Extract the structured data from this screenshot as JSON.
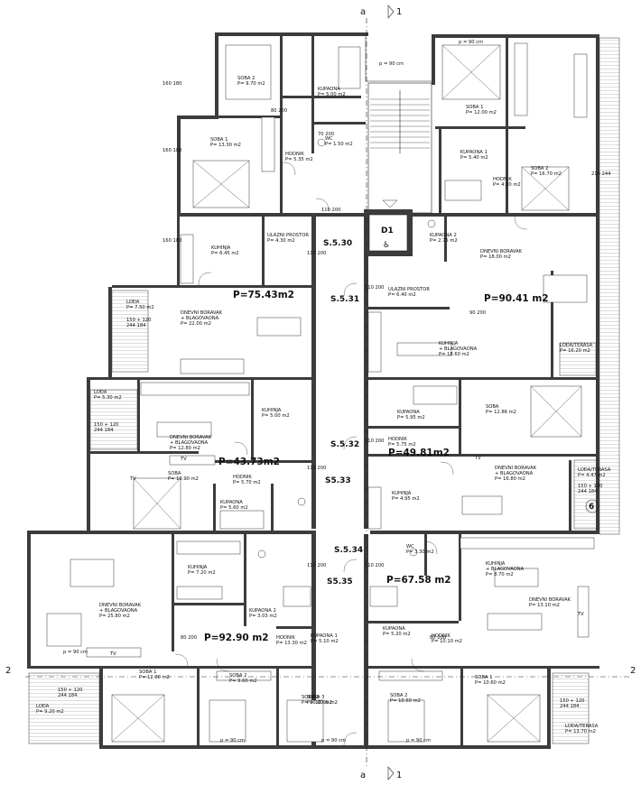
{
  "axes": {
    "a_top": "a",
    "a_bottom": "a",
    "n1_top": "1",
    "n1_bottom": "1",
    "n2_left": "2",
    "n2_right": "2"
  },
  "units": [
    {
      "id": "u530",
      "label": "S.5.30",
      "area": "P=75.43m2"
    },
    {
      "id": "u531",
      "label": "S.5.31",
      "area": "P=90.41 m2"
    },
    {
      "id": "u532",
      "label": "S.5.32",
      "area": "P=49.81m2"
    },
    {
      "id": "u533",
      "label": "S5.33",
      "area": "P=43.73m2"
    },
    {
      "id": "u534",
      "label": "S.5.34",
      "area": "P=67.58 m2"
    },
    {
      "id": "u535",
      "label": "S5.35",
      "area": "P=92.90 m2"
    }
  ],
  "core": {
    "elevator": "D1"
  },
  "rooms": [
    {
      "n": "SOBA 2",
      "a": "P= 9.70 m2"
    },
    {
      "n": "KUPAONA",
      "a": "P= 5.00 m2"
    },
    {
      "n": "WC",
      "a": "P= 1.50 m2"
    },
    {
      "n": "SOBA 1",
      "a": "P= 13.30 m2"
    },
    {
      "n": "HODNIK",
      "a": "P= 5.35 m2"
    },
    {
      "n": "KUHINJA",
      "a": "P= 6.45 m2"
    },
    {
      "n": "ULAZNI PROSTOR",
      "a": "P= 4.30 m2"
    },
    {
      "n": "LOĐA",
      "a": "P= 7.50 m2"
    },
    {
      "n": "DNEVNI BORAVAK + BLAGOVAONA",
      "a": "P= 22.00 m2"
    },
    {
      "n": "SOBA 1",
      "a": "P= 12.00 m2"
    },
    {
      "n": "KUPAONA 1",
      "a": "P= 5.40 m2"
    },
    {
      "n": "SOBA 2",
      "a": "P= 16.70 m2"
    },
    {
      "n": "HODNIK",
      "a": "P= 4.80 m2"
    },
    {
      "n": "KUPAONA 2",
      "a": "P= 2.75 m2"
    },
    {
      "n": "ULAZNI PROSTOR",
      "a": "P= 6.40 m2"
    },
    {
      "n": "DNEVNI BORAVAK",
      "a": "P= 18.00 m2"
    },
    {
      "n": "KUHINJA + BLAGOVAONA",
      "a": "P= 18.60 m2"
    },
    {
      "n": "LOĐA/TERASA",
      "a": "P= 16.20 m2"
    },
    {
      "n": "LOĐA",
      "a": "P= 5.30 m2"
    },
    {
      "n": "KUHINJA",
      "a": "P= 5.00 m2"
    },
    {
      "n": "DNEVNI BORAVAK + BLAGOVAONA",
      "a": "P= 12.80 m2"
    },
    {
      "n": "SOBA",
      "a": "P= 10.90 m2"
    },
    {
      "n": "HODNIK",
      "a": "P= 5.70 m2"
    },
    {
      "n": "KUPAONA",
      "a": "P= 5.60 m2"
    },
    {
      "n": "KUPAONA",
      "a": "P= 5.95 m2"
    },
    {
      "n": "HODNIK",
      "a": "P= 5.75 m2"
    },
    {
      "n": "SOBA",
      "a": "P= 12.86 m2"
    },
    {
      "n": "DNEVNI BORAVAK + BLAGOVAONA",
      "a": "P= 16.80 m2"
    },
    {
      "n": "KUHINJA",
      "a": "P= 4.95 m2"
    },
    {
      "n": "LOĐA/TERASA",
      "a": "P= 4.47 m2"
    },
    {
      "n": "KUHINJA",
      "a": "P= 7.20 m2"
    },
    {
      "n": "DNEVNI BORAVAK + BLAGOVAONA",
      "a": "P= 25.80 m2"
    },
    {
      "n": "KUPAONA 2",
      "a": "P= 3.03 m2"
    },
    {
      "n": "HODNIK",
      "a": "P= 13.30 m2"
    },
    {
      "n": "KUPAONA 1",
      "a": "P= 5.10 m2"
    },
    {
      "n": "WC",
      "a": "P= 3.30 m2"
    },
    {
      "n": "KUHINJA + BLAGOVAONA",
      "a": "P= 8.70 m2"
    },
    {
      "n": "DNEVNI BORAVAK",
      "a": "P= 13.10 m2"
    },
    {
      "n": "KUPAONA",
      "a": "P= 5.20 m2"
    },
    {
      "n": "HODNIK",
      "a": "P= 10.10 m2"
    },
    {
      "n": "SOBA 1",
      "a": "P= 12.00 m2"
    },
    {
      "n": "LOĐA",
      "a": "P= 9.20 m2"
    },
    {
      "n": "SOBA 2",
      "a": "P= 9.60 m2"
    },
    {
      "n": "SOBA 3",
      "a": "P= 10.00 m2"
    },
    {
      "n": "SOBA 3",
      "a": "P= 10.00 m2"
    },
    {
      "n": "SOBA 2",
      "a": "P= 10.60 m2"
    },
    {
      "n": "SOBA 1",
      "a": "P= 10.60 m2"
    },
    {
      "n": "LOĐA/TERASA",
      "a": "P= 13.70 m2"
    }
  ],
  "tv": "TV",
  "window_marks": [
    "160 180",
    "110 200",
    "150 + 120",
    "244 184",
    "210 244",
    "90 200",
    "p = 90 cm"
  ],
  "door_marks": [
    "80 200",
    "70 200",
    "90 200",
    "110 200"
  ],
  "misc": {
    "number_six": "6"
  }
}
